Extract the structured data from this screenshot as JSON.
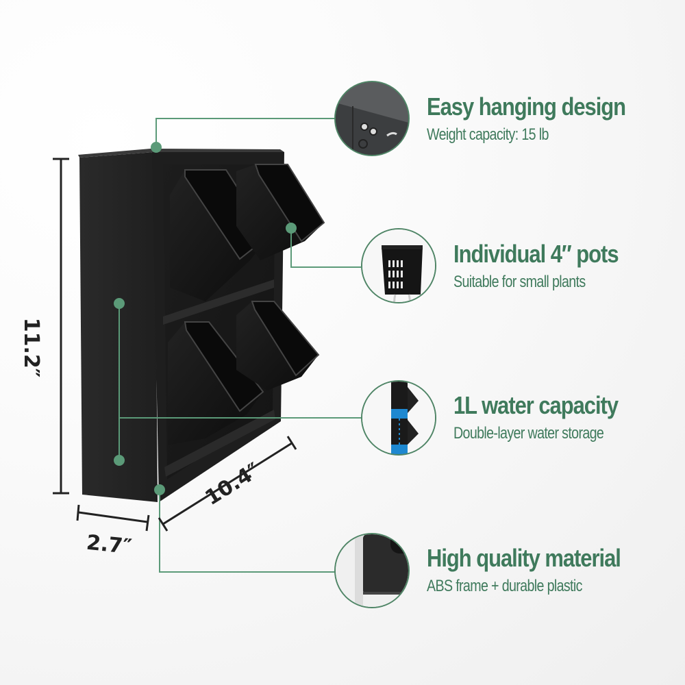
{
  "product": {
    "name": "vertical-wall-planter",
    "colors": {
      "accent_green": "#3f7a5c",
      "connector_green": "#5b9a78",
      "frame_black": "#1c1c1c",
      "water_blue": "#1e88d0",
      "dimension_ink": "#222222"
    }
  },
  "dimensions": {
    "height": "11.2″",
    "depth": "2.7″",
    "width": "10.4″"
  },
  "features": [
    {
      "title": "Easy hanging design",
      "subtitle": "Weight capacity: 15 lb",
      "inset_icon": "hanging-bracket-icon"
    },
    {
      "title": "Individual 4″ pots",
      "subtitle": "Suitable for small plants",
      "inset_icon": "planter-pot-icon"
    },
    {
      "title": "1L water capacity",
      "subtitle": "Double-layer water storage",
      "inset_icon": "water-reservoir-icon"
    },
    {
      "title": "High quality material",
      "subtitle": "ABS frame + durable plastic",
      "inset_icon": "frame-corner-icon"
    }
  ]
}
